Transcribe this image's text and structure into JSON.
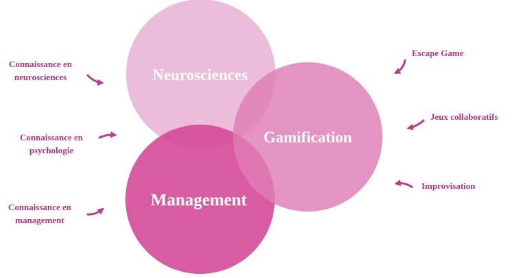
{
  "circles": {
    "neurosciences": {
      "label": "Neurosciences",
      "color": "#e7b2d4"
    },
    "gamification": {
      "label": "Gamification",
      "color": "#de7db5"
    },
    "management": {
      "label": "Management",
      "color": "#d44696"
    }
  },
  "left_labels": {
    "neurosciences": {
      "line1": "Connaissance en",
      "line2": "neurosciences"
    },
    "psychologie": {
      "line1": "Connaissance en",
      "line2": "psychologie"
    },
    "management": {
      "line1": "Connaissance en",
      "line2": "management"
    }
  },
  "right_labels": {
    "escape": "Escape Game",
    "jeux": "Jeux collaboratifs",
    "impro": "Improvisation"
  },
  "colors": {
    "text": "#b7337f",
    "arrow": "#c0398a"
  }
}
